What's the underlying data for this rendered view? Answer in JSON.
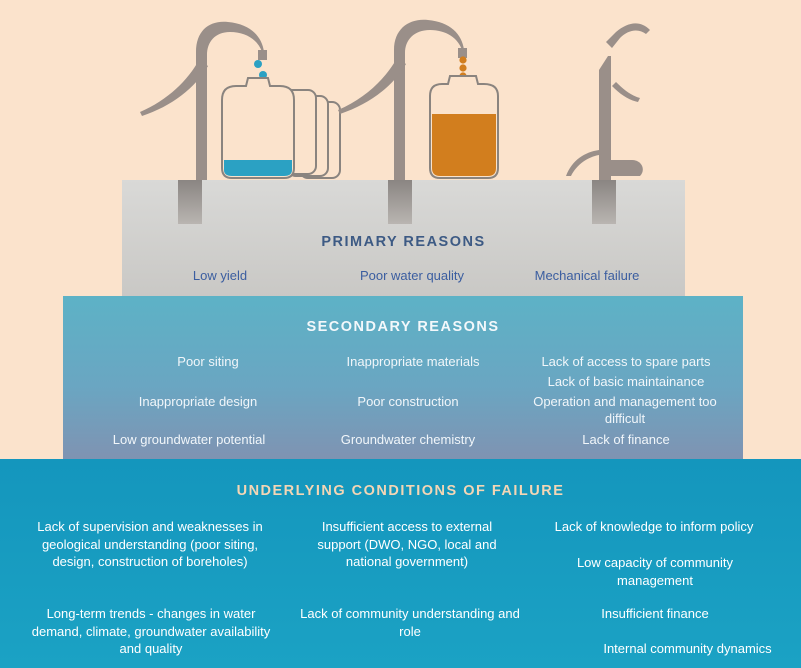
{
  "primary": {
    "title": "PRIMARY REASONS",
    "items": [
      "Low yield",
      "Poor water quality",
      "Mechanical failure"
    ]
  },
  "secondary": {
    "title": "SECONDARY REASONS",
    "col1": [
      "Poor siting",
      "Inappropriate design",
      "Low groundwater potential"
    ],
    "col2": [
      "Inappropriate materials",
      "Poor construction",
      "Groundwater chemistry"
    ],
    "col3": [
      "Lack of access to spare parts",
      "Lack of basic maintainance",
      "Operation and management too difficult",
      "Lack of finance"
    ]
  },
  "underlying": {
    "title": "UNDERLYING CONDITIONS OF FAILURE",
    "col1": [
      "Lack of supervision and weaknesses in geological understanding (poor siting, design, construction of boreholes)",
      "Long-term trends - changes in water demand, climate, groundwater availability and quality"
    ],
    "col2": [
      "Insufficient access to external support (DWO, NGO, local and national government)",
      "Lack of community understanding and role"
    ],
    "col3": [
      "Lack of knowledge to inform policy",
      "Low capacity of community management",
      "Insufficient finance",
      "Internal community dynamics"
    ]
  },
  "colors": {
    "background": "#fbe3cc",
    "pump": "#9a8f89",
    "water": "#2ba1c3",
    "dirty_water": "#d27e1e"
  },
  "icons": [
    "hand-pump-icon",
    "water-jerrycan-icon",
    "dirty-water-jerrycan-icon",
    "broken-pump-icon"
  ]
}
